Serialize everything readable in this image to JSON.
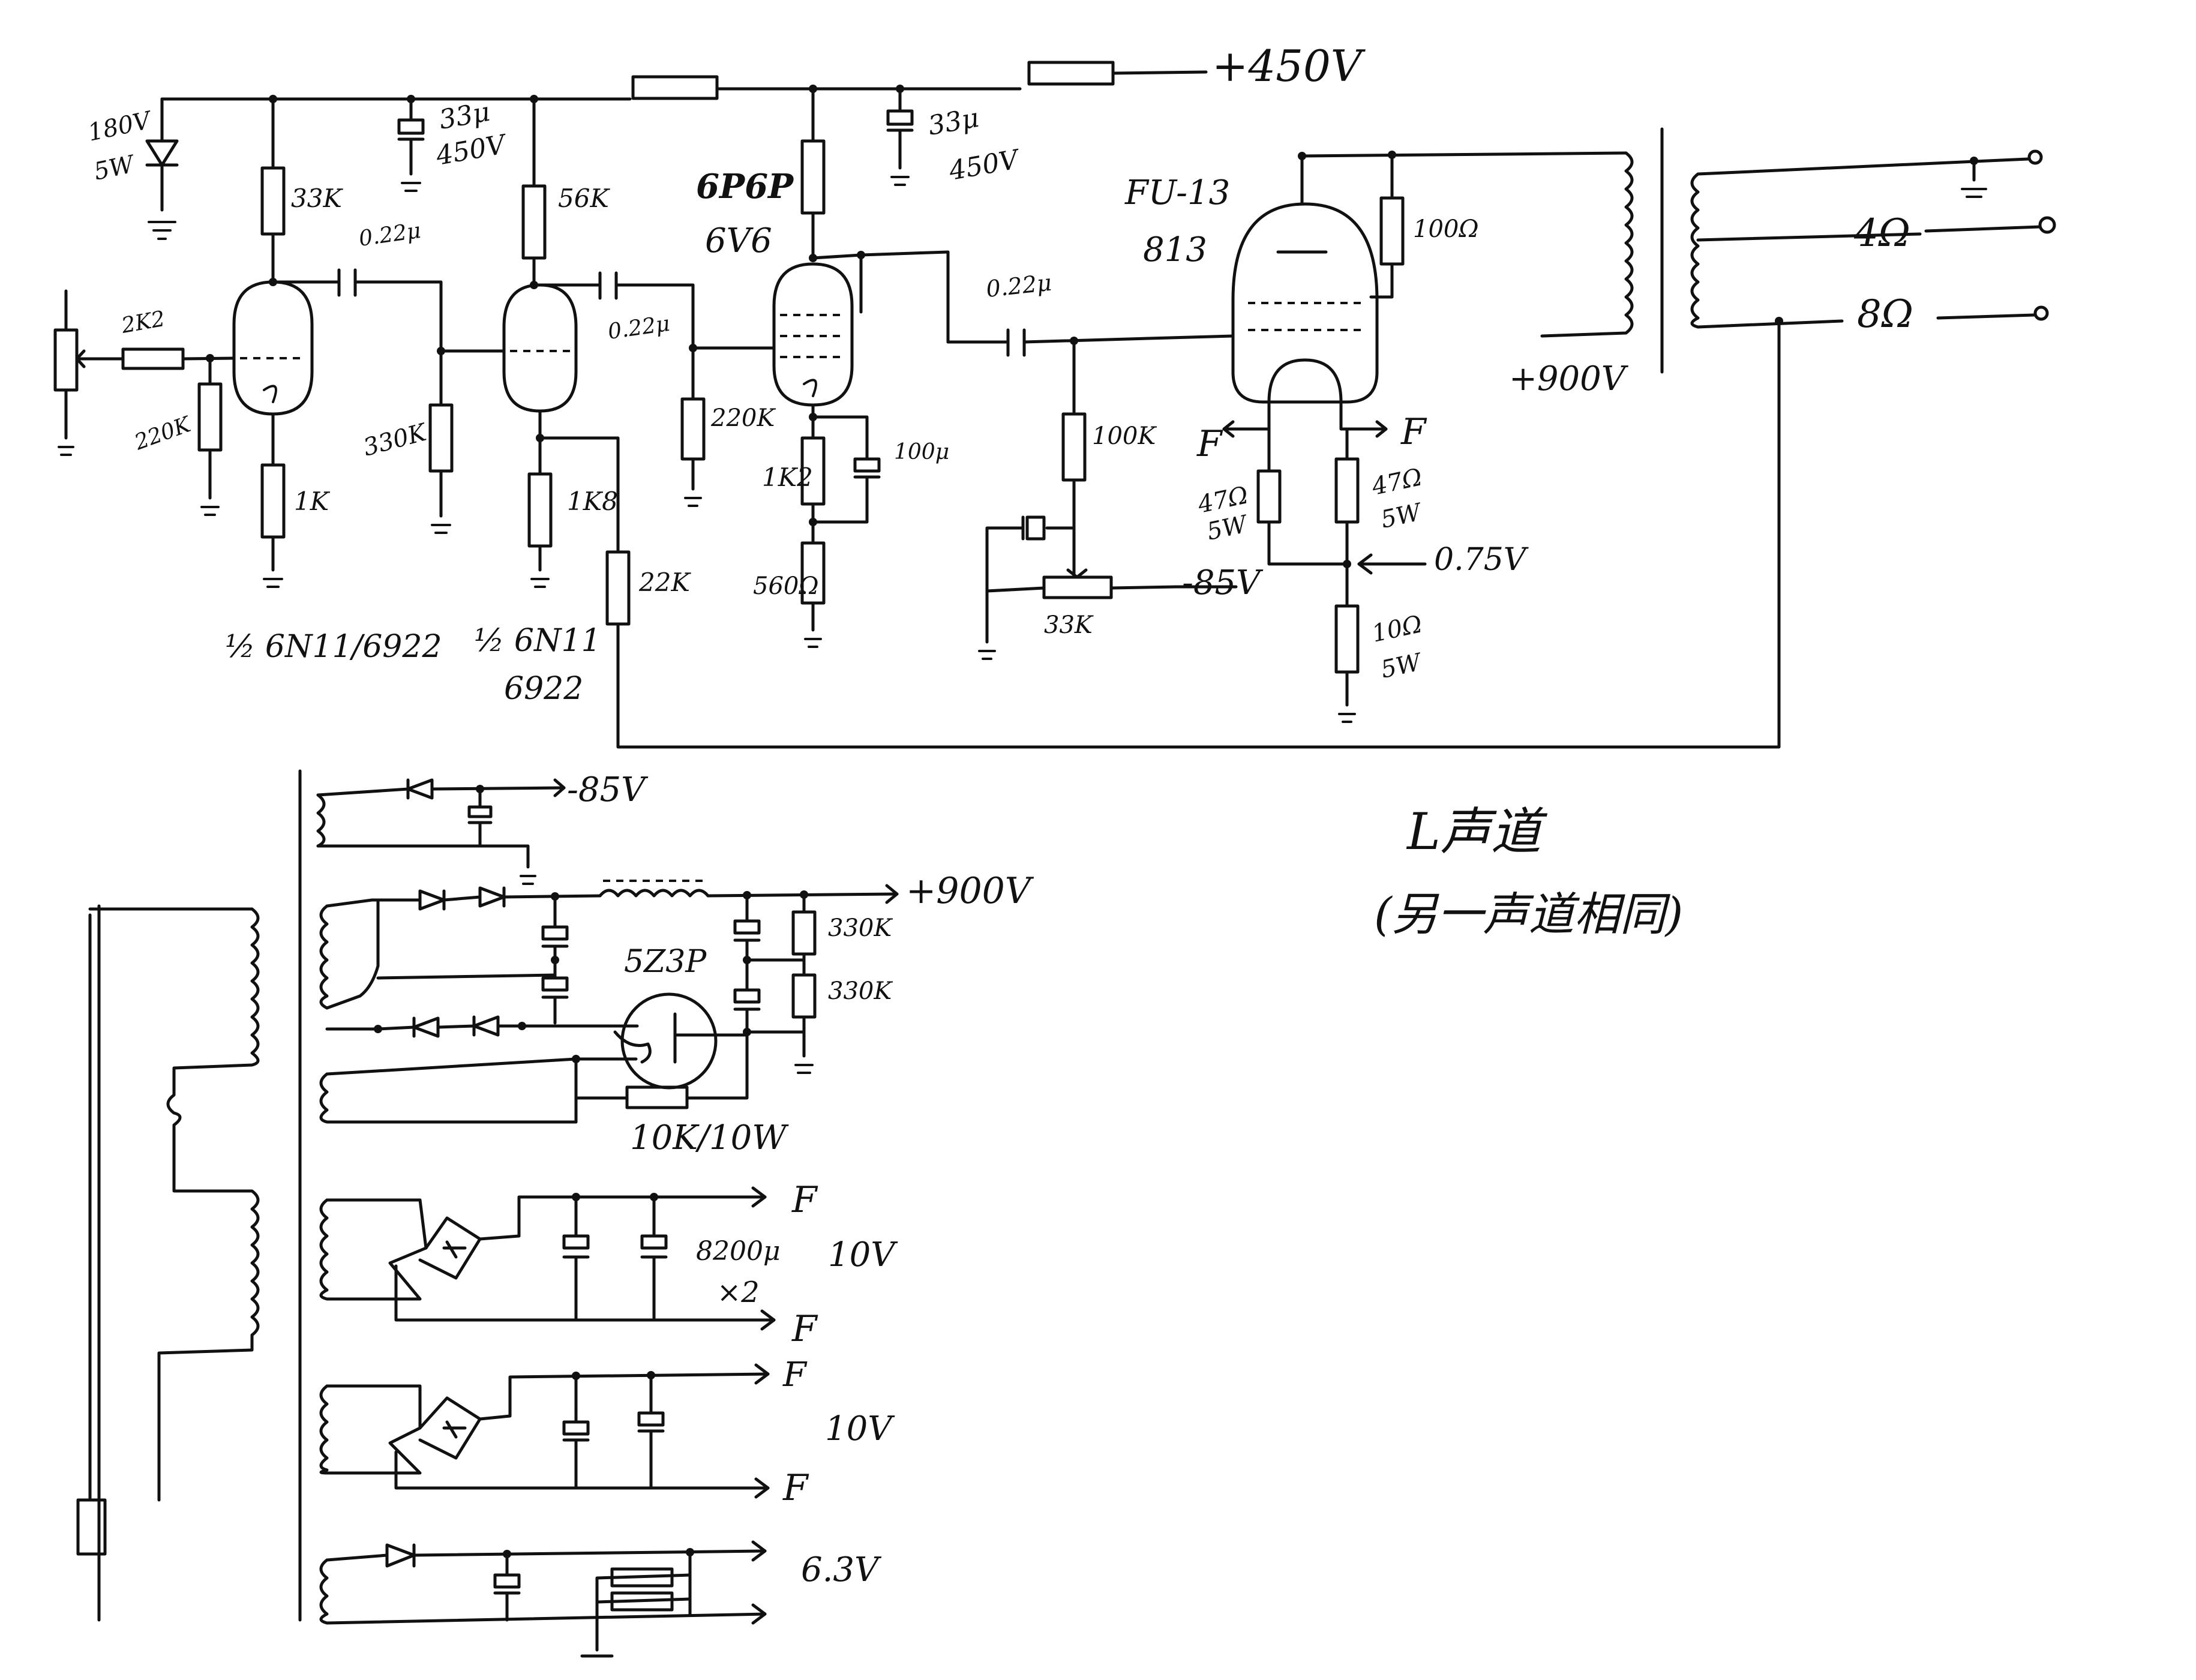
{
  "labels": {
    "rail_450": "+450V",
    "rail_900_out": "+900V",
    "rail_900_psu": "+900V",
    "bias_neg85": "-85V",
    "bias_neg85_psu": "-85V",
    "bias_point": "0.75V",
    "zener": "180V",
    "zener_w": "5W",
    "r_33k_a": "33K",
    "c_coupling_1": "0.22μ",
    "cap_33u_1": "33μ",
    "cap_450_1": "450V",
    "r_56k": "56K",
    "c_coupling_2": "0.22μ",
    "tube_6p6p": "6P6P",
    "tube_6v6": "6V6",
    "cap_33u_2": "33μ",
    "cap_450_2": "450V",
    "tube_fu13": "FU-13",
    "tube_813": "813",
    "c_coupling_3": "0.22μ",
    "r_100_screen": "100Ω",
    "spk_4": "4Ω",
    "spk_8": "8Ω",
    "r_2k2": "2K2",
    "r_220k_in": "220K",
    "r_330k": "330K",
    "r_220k_b": "220K",
    "r_1k_a": "1K",
    "r_1k8": "1K8",
    "r_22k": "22K",
    "r_1k2": "1K2",
    "c_100u": "100μ",
    "r_560": "560Ω",
    "r_100k": "100K",
    "pot_33k": "33K",
    "fil_f1": "F",
    "fil_f2": "F",
    "r_47_a": "47Ω",
    "r_5w_a": "5W",
    "r_47_b": "47Ω",
    "r_5w_b": "5W",
    "r_10": "10Ω",
    "r_5w_c": "5W",
    "tube1_a": "½ 6N11/6922",
    "tube2_a": "½ 6N11",
    "tube2_b": "6922",
    "title_main": "L声道",
    "title_sub": "(另一声道相同)",
    "r_330k_psu1": "330K",
    "r_330k_psu2": "330K",
    "tube_5z3p": "5Z3P",
    "r_10k_10w": "10K/10W",
    "out_F1": "F",
    "out_F2": "F",
    "cap_8200": "8200μ",
    "cap_x2": "×2",
    "volt_10v_a": "10V",
    "out_F3": "F",
    "out_F4": "F",
    "volt_10v_b": "10V",
    "volt_63": "6.3V"
  }
}
